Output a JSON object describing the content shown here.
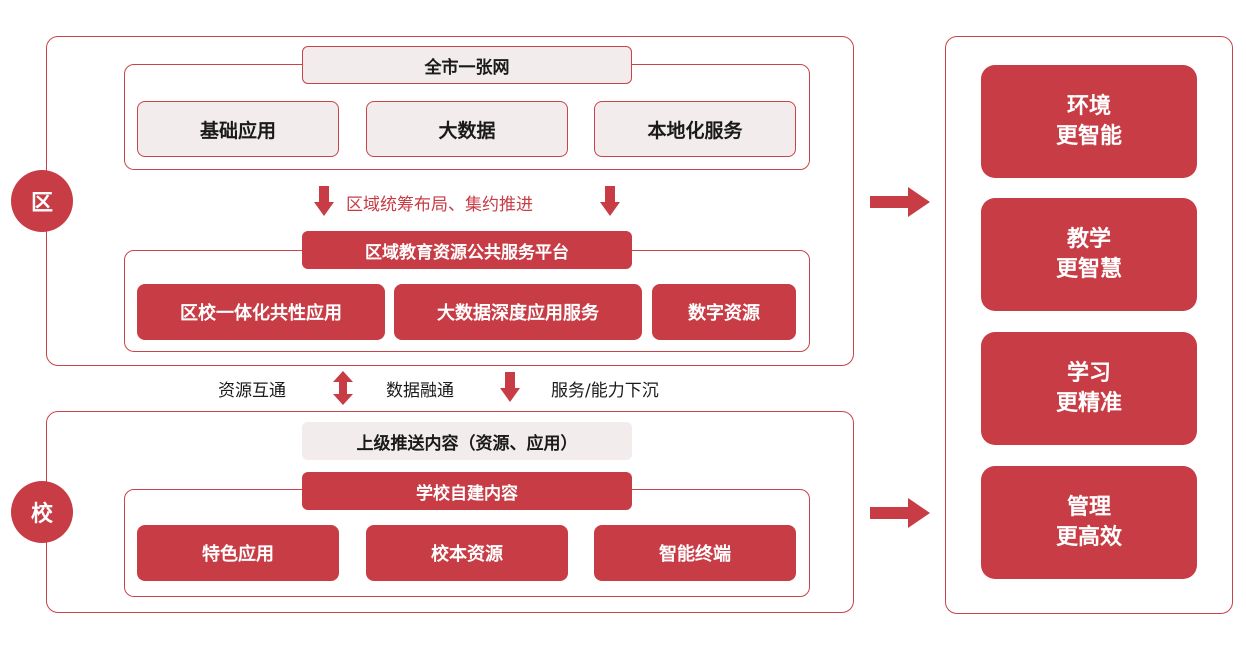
{
  "district": {
    "label": "区",
    "top_tab": "全市一张网",
    "top_items": [
      "基础应用",
      "大数据",
      "本地化服务"
    ],
    "arrow_text": "区域统筹布局、集约推进",
    "platform_tab": "区域教育资源公共服务平台",
    "platform_items": [
      "区校一体化共性应用",
      "大数据深度应用服务",
      "数字资源"
    ]
  },
  "middle": {
    "left_text": "资源互通",
    "center_text": "数据融通",
    "right_text": "服务/能力下沉"
  },
  "school": {
    "label": "校",
    "pushed_tab": "上级推送内容（资源、应用）",
    "self_tab": "学校自建内容",
    "self_items": [
      "特色应用",
      "校本资源",
      "智能终端"
    ]
  },
  "outcomes": [
    {
      "line1": "环境",
      "line2": "更智能"
    },
    {
      "line1": "教学",
      "line2": "更智慧"
    },
    {
      "line1": "学习",
      "line2": "更精准"
    },
    {
      "line1": "管理",
      "line2": "更高效"
    }
  ],
  "colors": {
    "accent": "#c83c45",
    "light_fill": "#f2ecec"
  }
}
